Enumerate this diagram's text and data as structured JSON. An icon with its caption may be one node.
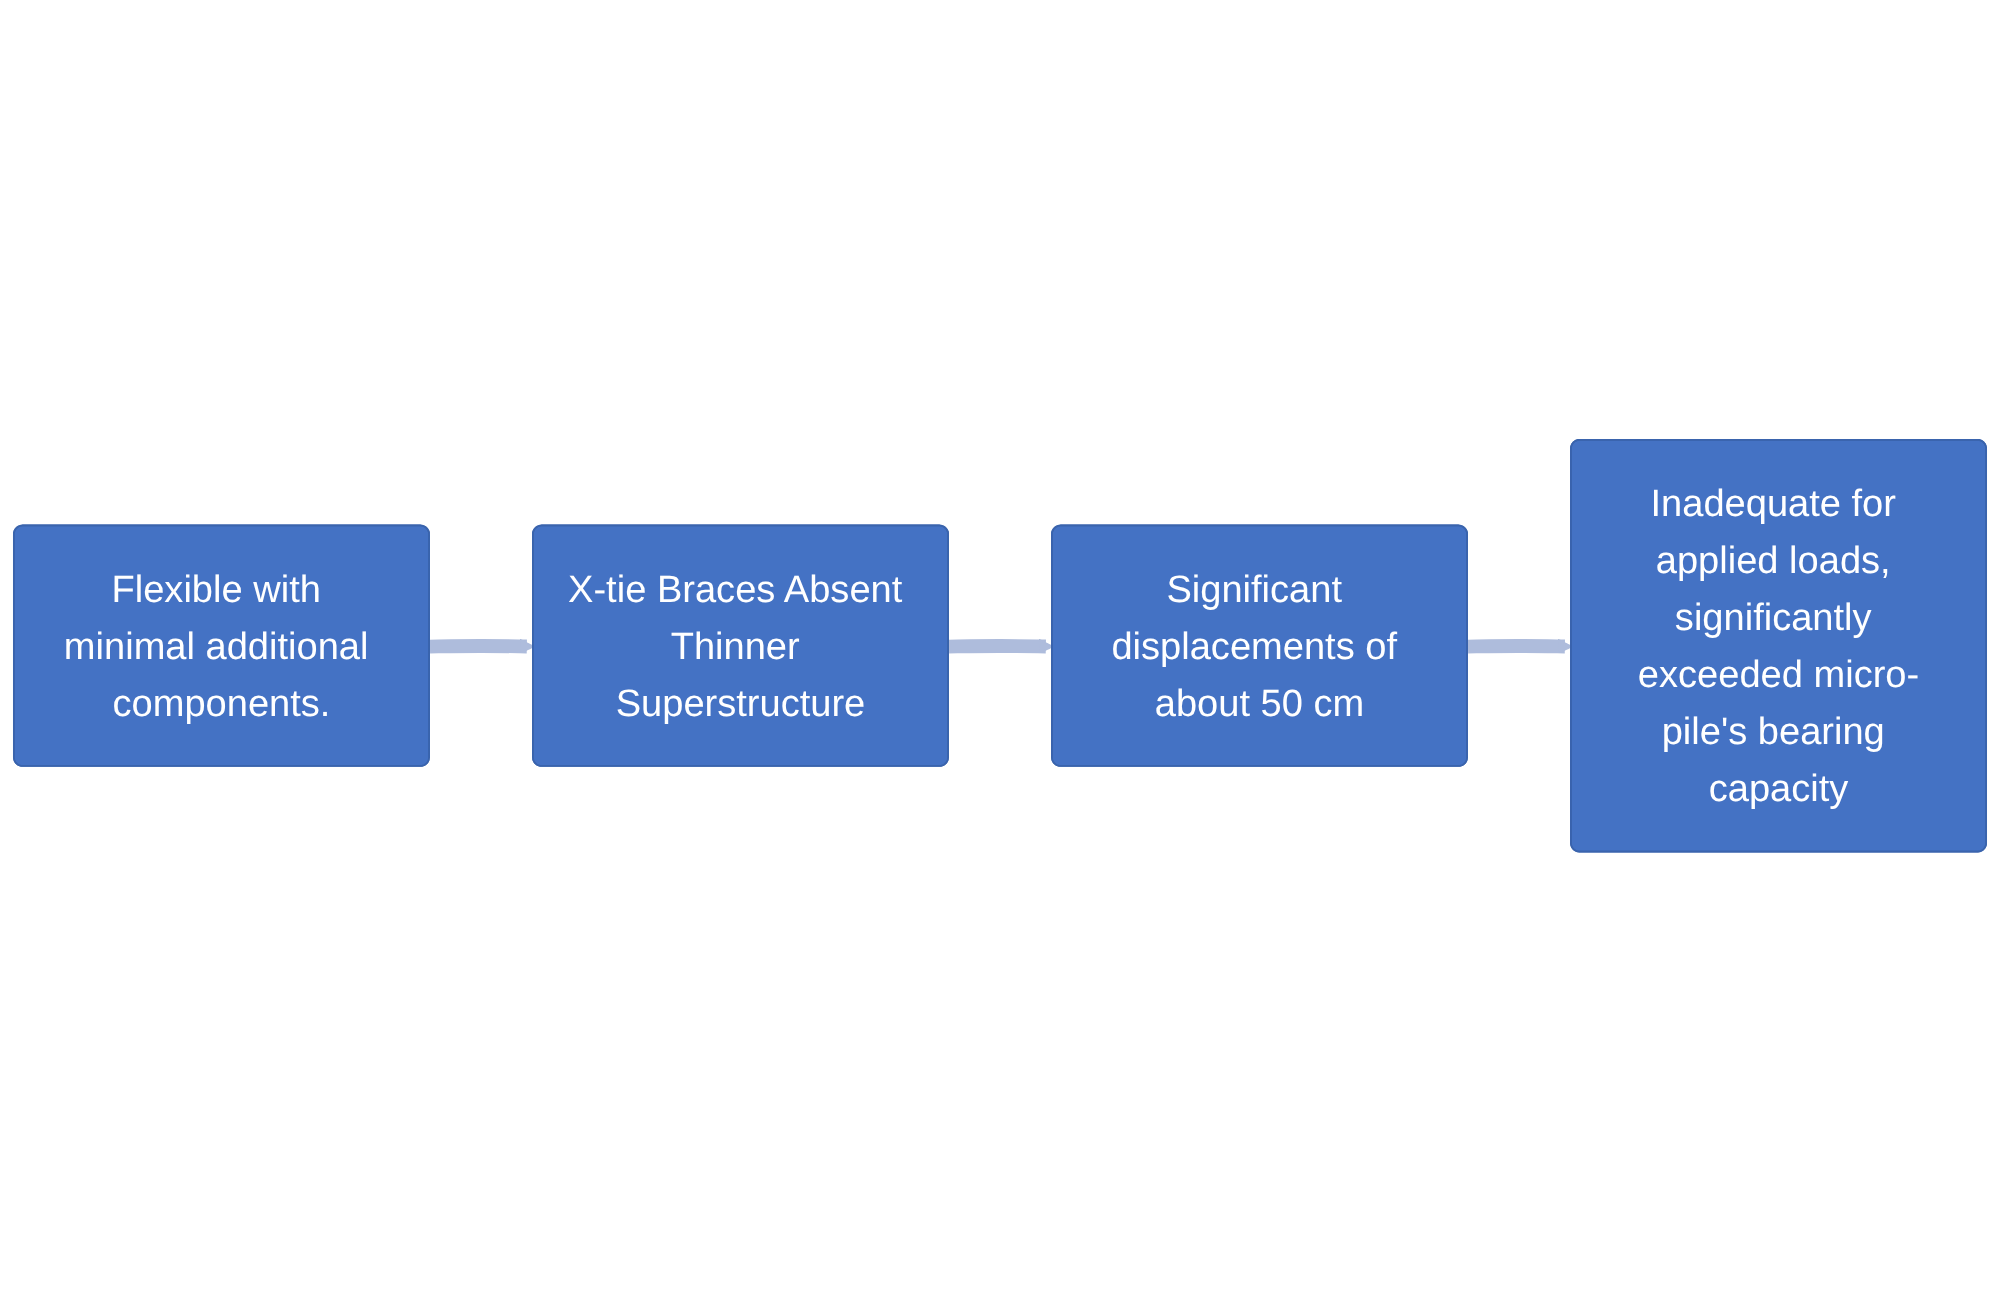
{
  "diagram": {
    "nodes": [
      {
        "text": [
          "Flexible with minimal additional components."
        ]
      },
      {
        "text": [
          "X-tie Braces Absent Thinner Superstructure"
        ]
      },
      {
        "text": [
          "Significant displacements of about 50 cm"
        ]
      },
      {
        "text": [
          "Inadequate for applied loads, significantly exceeded micro-pile's bearing capacity"
        ]
      }
    ],
    "edges": [
      {
        "from": 0,
        "to": 1,
        "arrow": "to"
      },
      {
        "from": 1,
        "to": 2,
        "arrow": "to"
      },
      {
        "from": 2,
        "to": 3,
        "arrow": "to"
      }
    ]
  }
}
